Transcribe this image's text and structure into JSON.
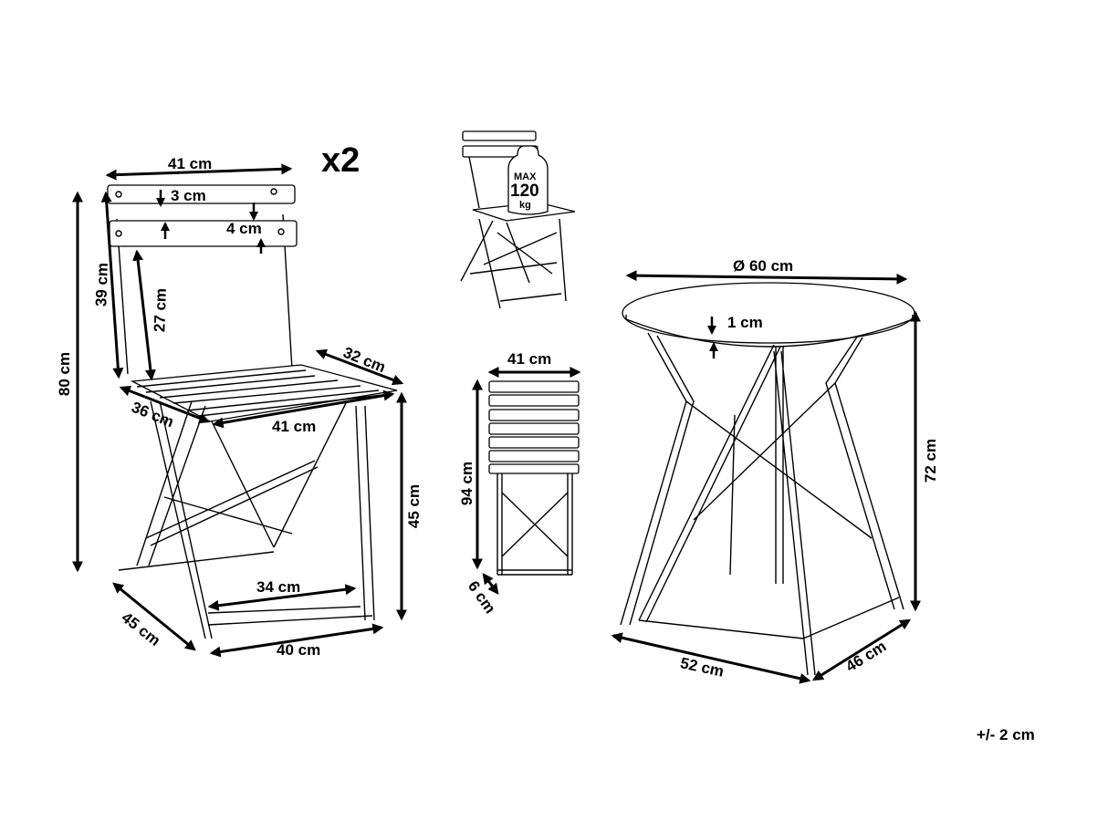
{
  "chair": {
    "quantity": "x2",
    "backrest_width": "41 cm",
    "slat_gap": "3 cm",
    "slat_height": "4 cm",
    "total_height": "80 cm",
    "backrest_height": "39 cm",
    "backrest_inner_height": "27 cm",
    "seat_depth_side": "32 cm",
    "seat_depth": "36 cm",
    "seat_width": "41 cm",
    "seat_height": "45 cm",
    "leg_inner_width": "34 cm",
    "base_depth": "45 cm",
    "base_width": "40 cm"
  },
  "load_badge": {
    "line1": "MAX",
    "line2": "120",
    "line3": "kg"
  },
  "folded_chair": {
    "width": "41 cm",
    "height": "94 cm",
    "thickness": "6 cm"
  },
  "table": {
    "diameter": "Ø 60 cm",
    "top_thickness": "1 cm",
    "height": "72 cm",
    "base_width": "52 cm",
    "base_depth": "46 cm"
  },
  "tolerance": "+/- 2 cm"
}
